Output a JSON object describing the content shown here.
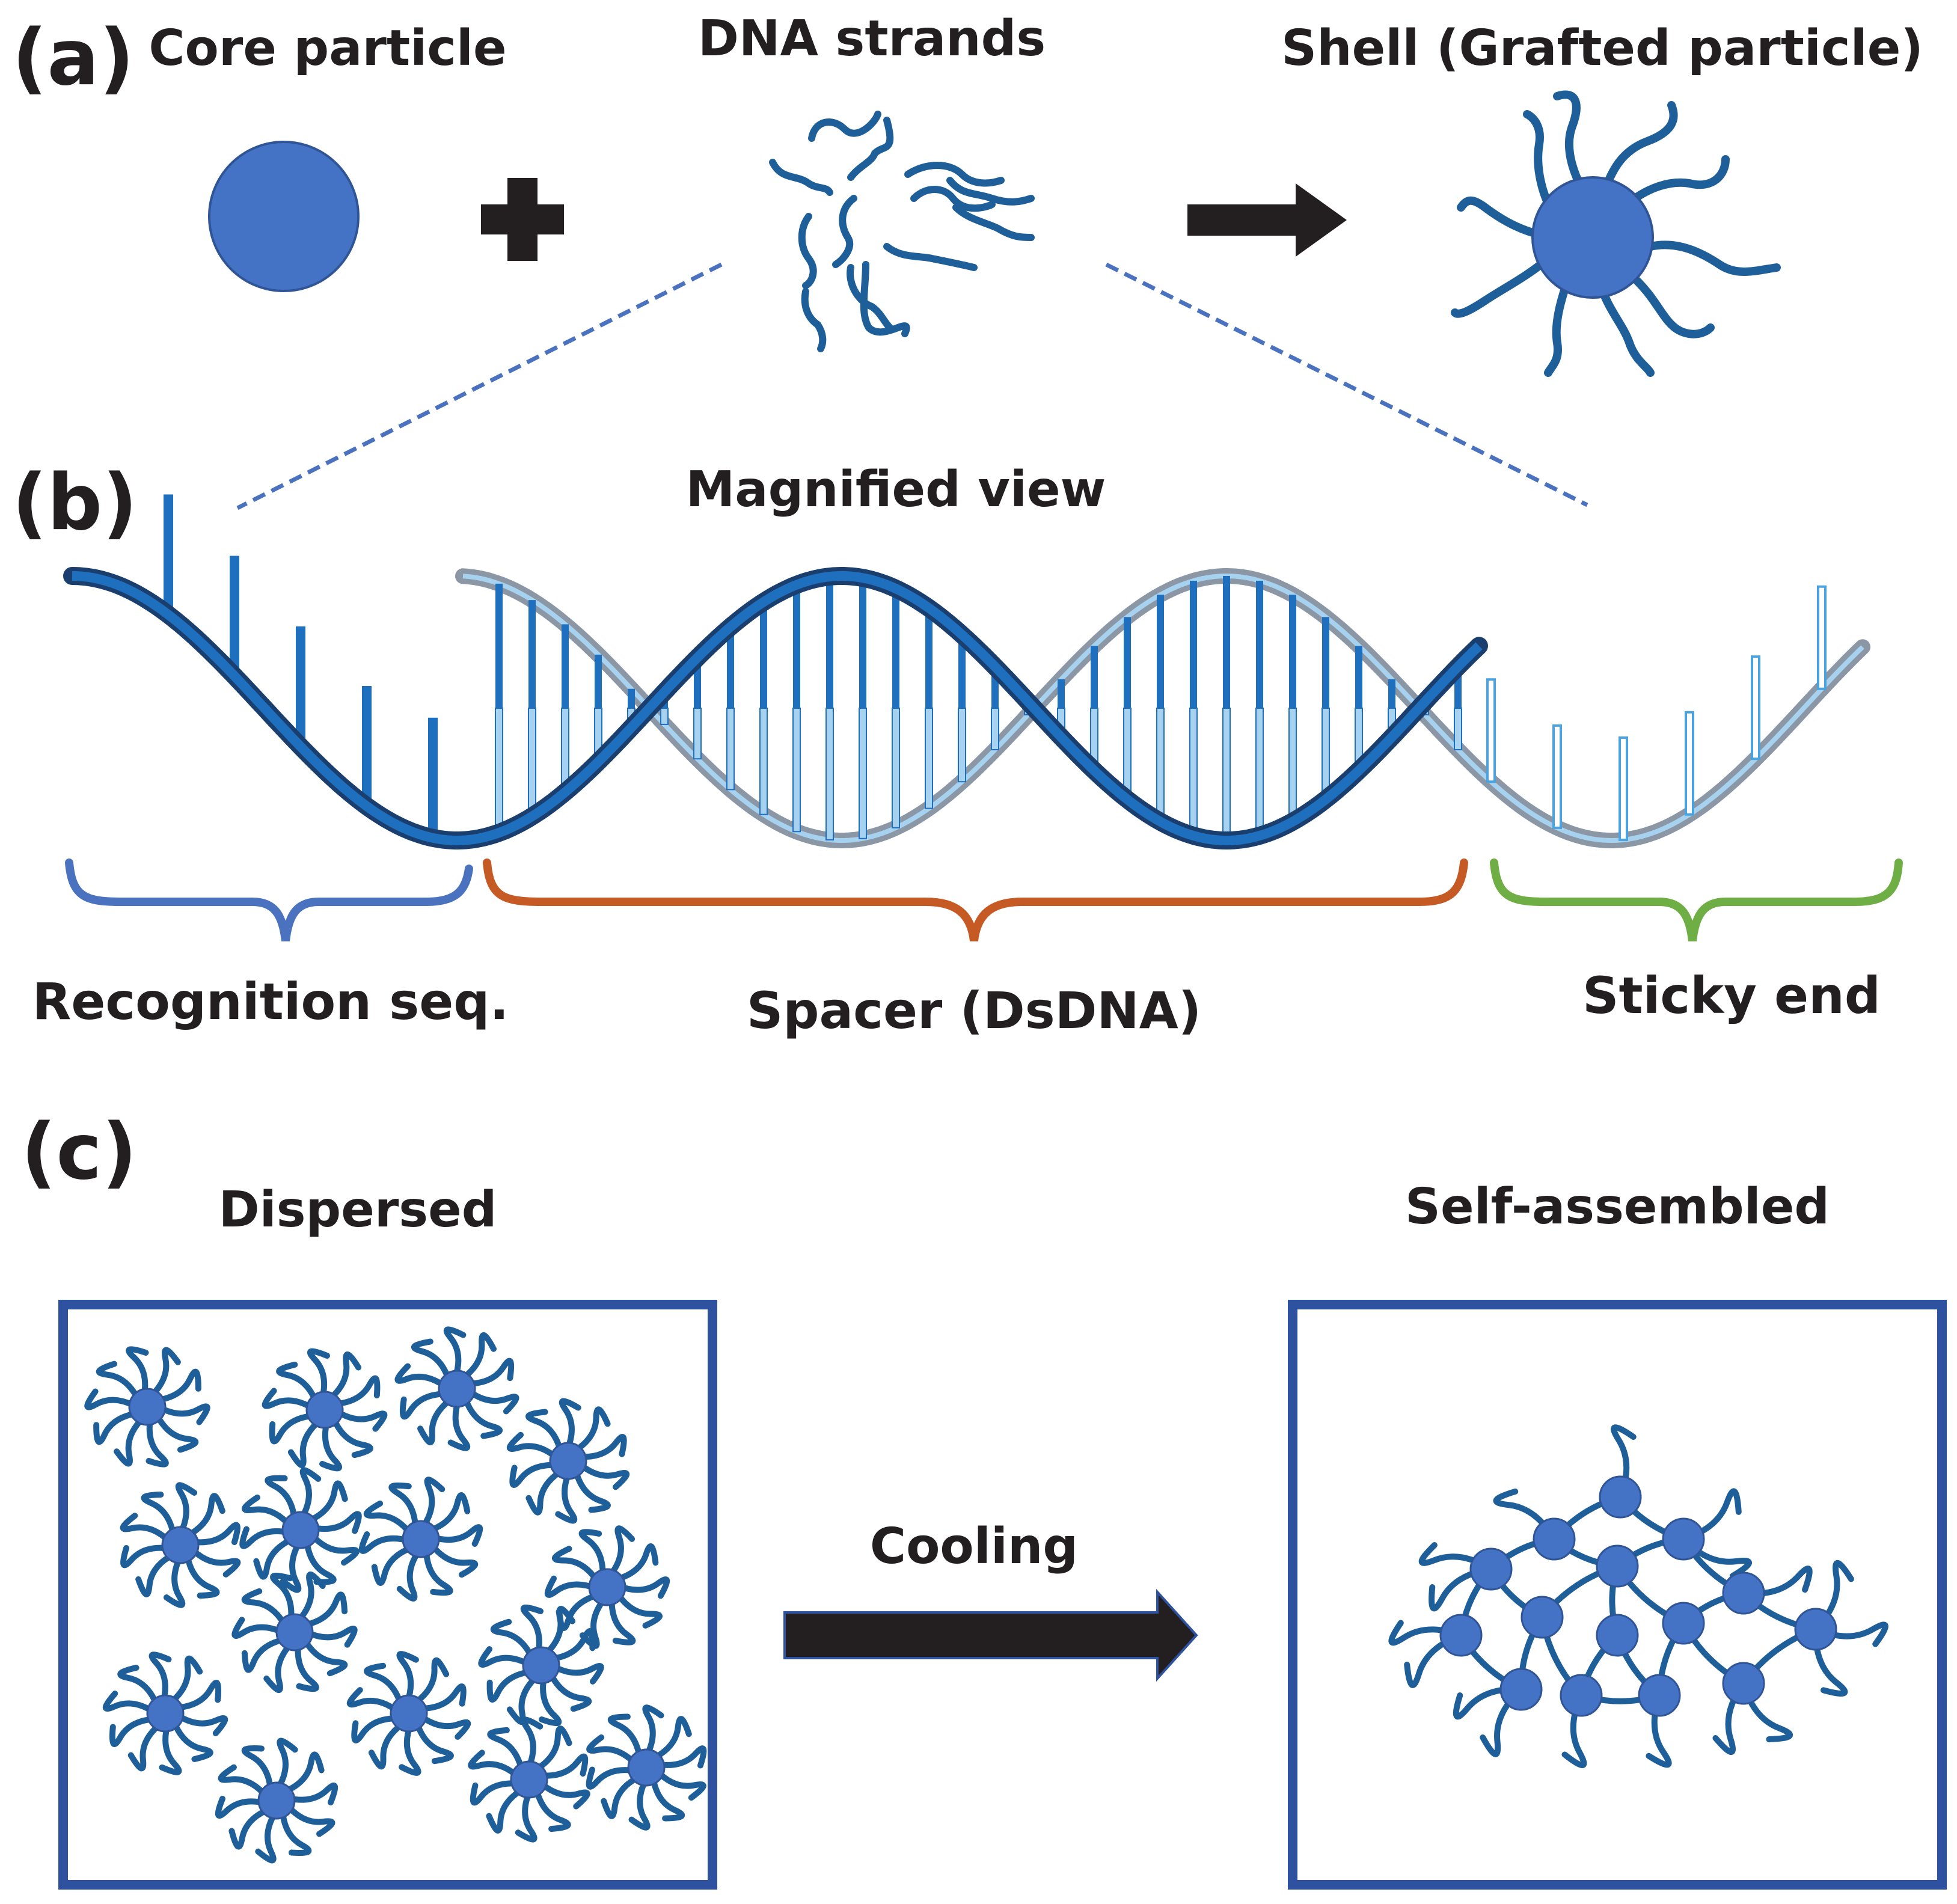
{
  "panel_a": {
    "letter": "(a)",
    "core_label": "Core particle",
    "strands_label": "DNA strands",
    "shell_label": "Shell (Grafted particle)"
  },
  "panel_b": {
    "letter": "(b)",
    "title": "Magnified view",
    "recognition_label": "Recognition seq.",
    "spacer_label": "Spacer (DsDNA)",
    "sticky_label": "Sticky end"
  },
  "panel_c": {
    "letter": "(c)",
    "dispersed_label": "Dispersed",
    "assembled_label": "Self-assembled",
    "cooling_label": "Cooling"
  },
  "colors": {
    "particle": "#4472c4",
    "strand": "#1f5f99",
    "helix_dark": "#1f6fbf",
    "helix_light": "#a6d2ef",
    "helix_grey": "#8c97a6",
    "recognition_brace": "#4a72bf",
    "spacer_brace": "#c65a25",
    "sticky_brace": "#6eae45",
    "box": "#2f52a0",
    "arrow": "#231f20"
  }
}
